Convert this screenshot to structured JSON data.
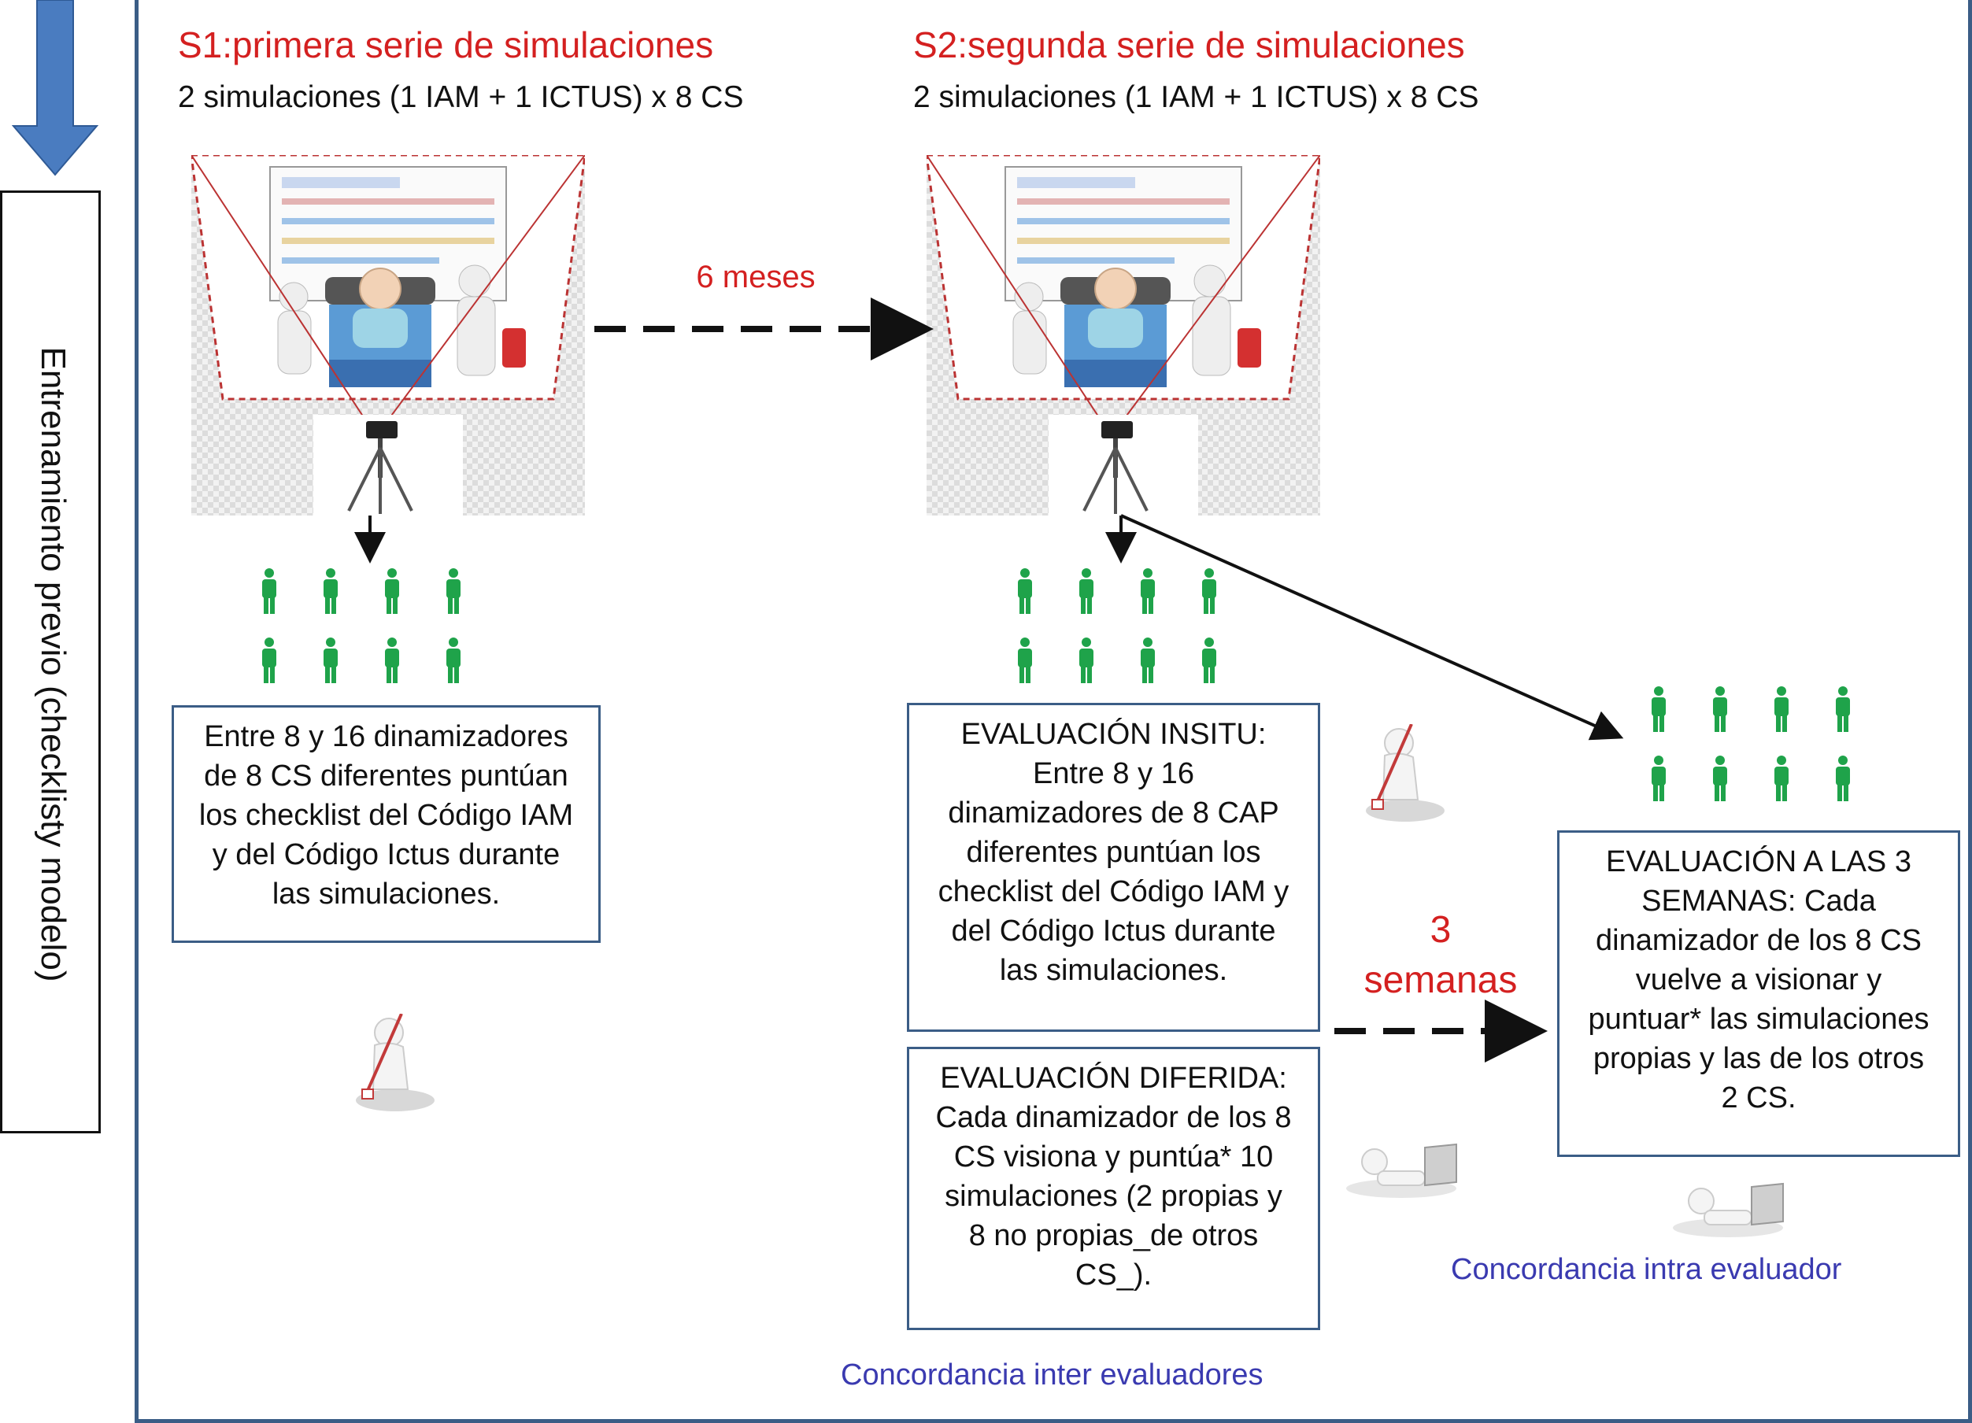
{
  "sidebar": {
    "label": "Entrenamiento previo (checklisty modelo)",
    "arrow_icon": "down-arrow-icon",
    "arrow_color": "#4a7cc0"
  },
  "series1": {
    "title": "S1:primera serie de simulaciones",
    "subtitle": "2 simulaciones (1 IAM + 1 ICTUS) x  8 CS"
  },
  "series2": {
    "title": "S2:segunda serie de simulaciones",
    "subtitle": "2 simulaciones (1 IAM + 1 ICTUS) x  8 CS"
  },
  "interval_6": "6  meses",
  "interval_3": "3\nsemanas",
  "box_s1": "Entre 8 y 16 dinamizadores\nde 8 CS diferentes puntúan\nlos checklist del Código IAM\ny del Código Ictus durante\nlas simulaciones.",
  "box_insitu": "EVALUACIÓN INSITU:\nEntre 8 y 16\ndinamizadores de 8 CAP\ndiferentes puntúan los\nchecklist del Código IAM y\ndel Código Ictus durante\nlas simulaciones.",
  "box_diferida": "EVALUACIÓN DIFERIDA:\nCada dinamizador de los 8\nCS visiona y puntúa* 10\nsimulaciones (2 propias y\n8 no propias_de otros\nCS_).",
  "box_3semanas": "EVALUACIÓN A LAS 3\nSEMANAS: Cada\ndinamizador de los 8 CS\nvuelve a visionar y\npuntuar* las simulaciones\npropias y las de los otros\n2 CS.",
  "label_inter": "Concordancia  inter evaluadores",
  "label_intra": "Concordancia intra evaluador",
  "colors": {
    "accent_red": "#d42020",
    "frame_blue": "#3b5d86",
    "people_green": "#1fa34a",
    "label_blue": "#3a3ab0"
  },
  "icons": [
    "simulation-scene-icon",
    "tripod-camera-icon",
    "person-icon",
    "writing-figure-icon",
    "laptop-figure-icon"
  ]
}
